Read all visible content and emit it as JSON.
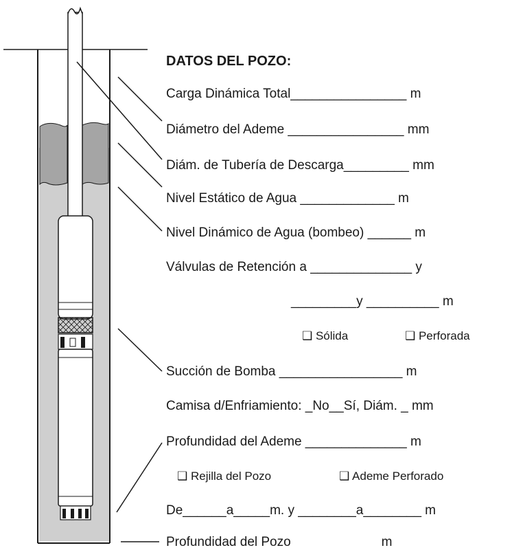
{
  "title": "DATOS DEL POZO:",
  "lines": {
    "tdh": "Carga Dinámica Total________________ m",
    "casing_diameter": "Diámetro del Ademe ________________ mm",
    "drop_pipe_diameter": "Diám. de Tubería de Descarga_________ mm",
    "static_level": "Nivel Estático de Agua _____________ m",
    "dynamic_level": "Nivel Dinámico de Agua (bombeo) ______ m",
    "check_valves_1": "Válvulas de Retención a ______________ y",
    "check_valves_2": "_________y __________ m",
    "valve_solid": "❑ Sólida",
    "valve_perforated": "❑ Perforada",
    "pump_intake": "Succión de Bomba _________________ m",
    "cooling_sleeve": "Camisa d/Enfriamiento: _No__Sí, Diám. _ mm",
    "casing_depth": "Profundidad del Ademe ______________ m",
    "well_screen": "❑ Rejilla del Pozo",
    "perforated_casing": "❑ Ademe Perforado",
    "screen_range": "De______a_____m. y ________a________ m",
    "well_depth": "Profundidad del Pozo                         m"
  },
  "colors": {
    "water": "#cfcfcf",
    "packing": "#a5a5a5",
    "outline": "#1a1a1a"
  }
}
